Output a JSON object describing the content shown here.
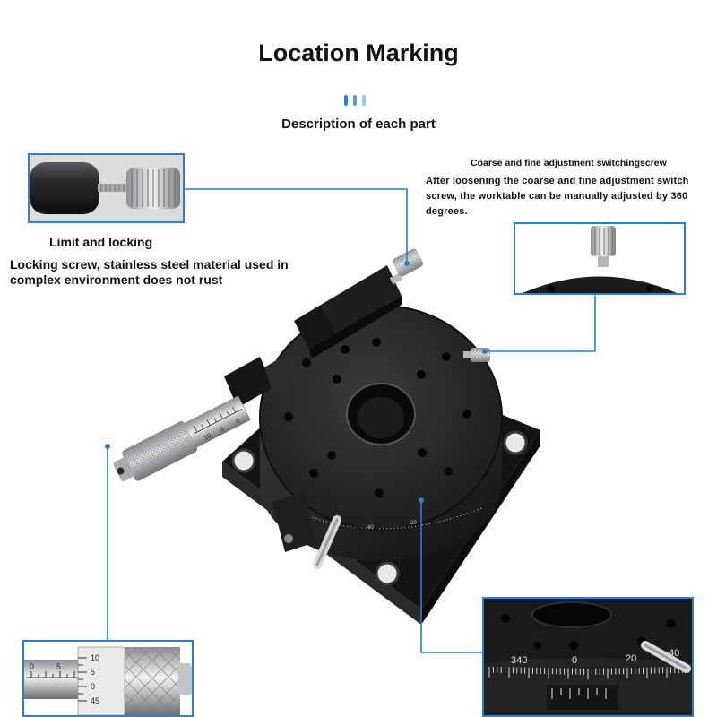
{
  "header": {
    "title": "Location Marking",
    "subtitle": "Description of each part",
    "dot_colors": [
      "#2f7ec8",
      "#5a9ad6",
      "#9cc4ea"
    ]
  },
  "callouts": {
    "limit": {
      "title": "Limit and locking",
      "description": "Locking screw, stainless steel material used in complex environment does not rust"
    },
    "switch": {
      "title": "Coarse and fine adjustment switchingscrew",
      "description": "After loosening the coarse and fine adjustment switch screw, the worktable can be manually adjusted by 360 degrees."
    }
  },
  "scale_inset": {
    "tick_labels": [
      "340",
      "0",
      "20",
      "40"
    ]
  },
  "micrometer_inset": {
    "sleeve_labels": [
      "0",
      "5"
    ],
    "thimble_labels": [
      "10",
      "5",
      "0",
      "45"
    ]
  },
  "product": {
    "dial_labels": [
      "10",
      "5",
      "0"
    ],
    "plate_labels": [
      "40",
      "20"
    ]
  },
  "colors": {
    "accent": "#2f7ec8",
    "metal_dark": "#1b1b1d",
    "steel": "#c9cbce"
  }
}
